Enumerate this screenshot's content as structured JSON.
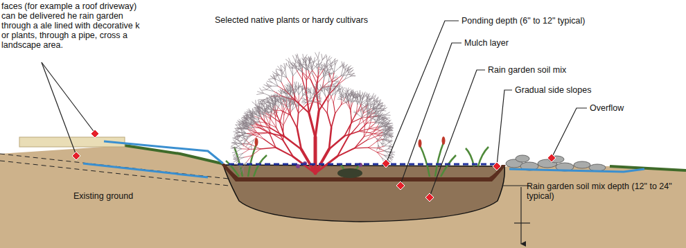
{
  "diagram": {
    "labels": [
      "faces (for example a roof driveway) can be delivered he rain garden through a ale lined with decorative k or plants, through a pipe, cross a landscape area.",
      "Selected native plants or hardy cultivars",
      "Ponding depth (6\" to 12\" typical)",
      "Mulch layer",
      "Rain garden soil mix",
      "Gradual side slopes",
      "Overflow",
      "Existing ground",
      "Rain garden soil mix depth (12\" to 24\" typical)"
    ]
  }
}
